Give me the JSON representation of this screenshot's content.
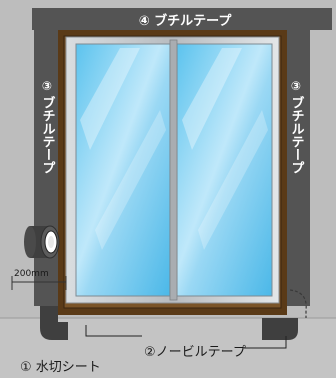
{
  "labels": {
    "top_tape": "④ ブチルテープ",
    "left_tape_num": "③",
    "left_tape_text": "ブチルテープ",
    "right_tape_num": "③",
    "right_tape_text": "ブチルテープ",
    "noble_tape": "②ノービルテープ",
    "water_sheet": "① 水切シート",
    "dimension": "200mm"
  },
  "colors": {
    "tape_dark": "#545454",
    "tape_gray": "#8c8c8c",
    "wall_gray": "#bdbdbd",
    "frame_brown": "#5a3a17",
    "sash_silver": "#c8ccd0",
    "glass_blue": "#8fd3f0",
    "text_white": "#ffffff",
    "text_dark": "#1a1a1a"
  }
}
